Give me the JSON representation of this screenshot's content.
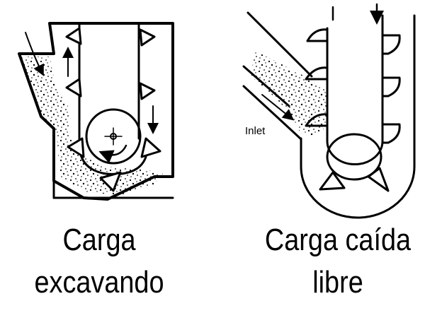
{
  "left_figure": {
    "caption_line1": "Carga",
    "caption_line2": "excavando"
  },
  "right_figure": {
    "caption_line1": "Carga caída",
    "caption_line2": "libre",
    "inlet_label": "Inlet"
  },
  "colors": {
    "ink": "#000000",
    "background": "#ffffff"
  }
}
